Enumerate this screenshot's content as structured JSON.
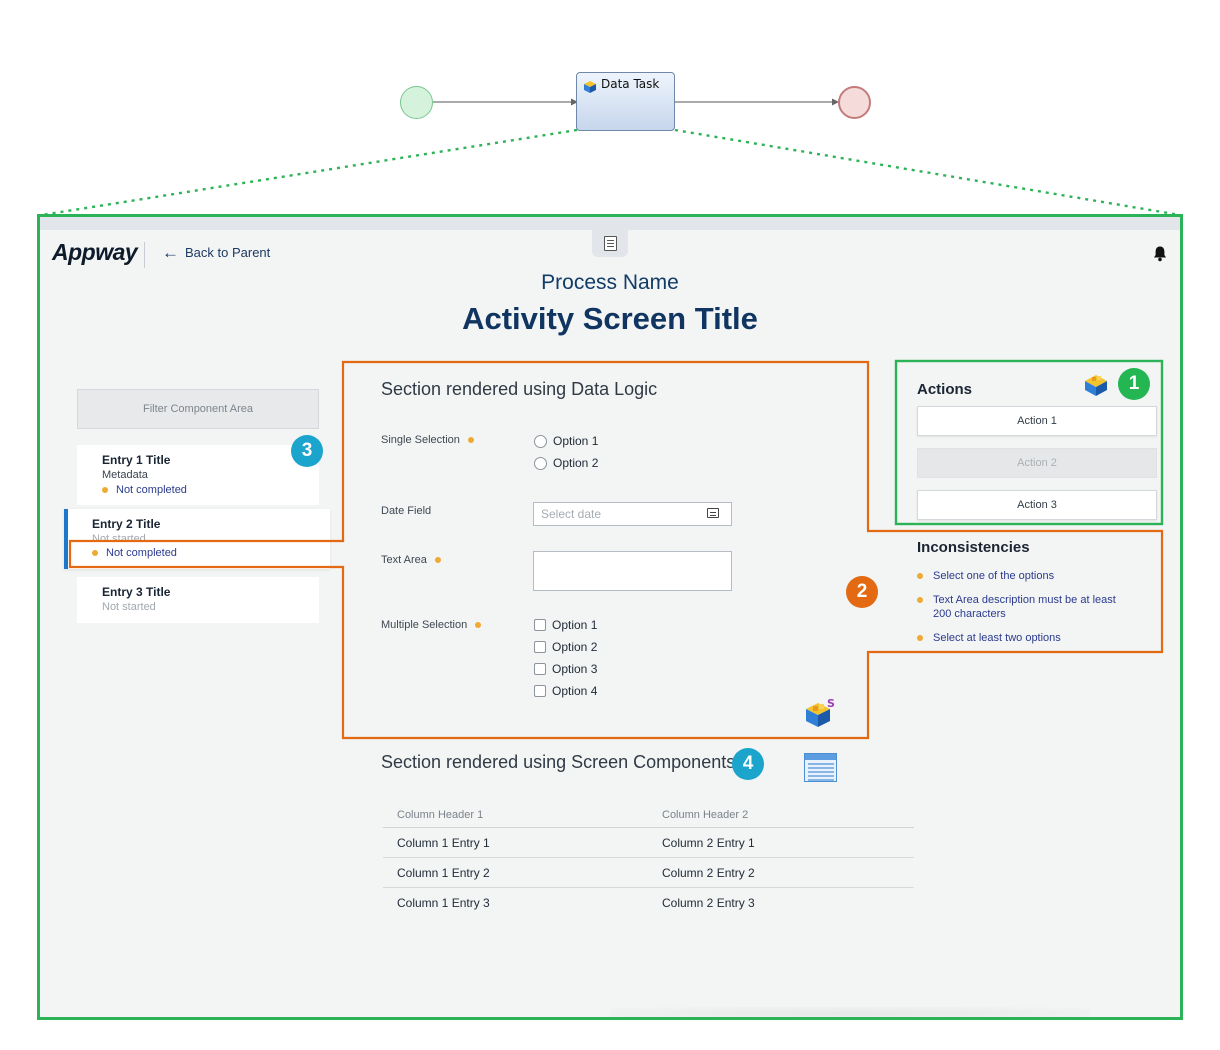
{
  "diagram": {
    "task_label": "Data Task"
  },
  "header": {
    "logo": "Appway",
    "back_label": "Back to Parent",
    "process_name": "Process Name",
    "screen_title": "Activity Screen Title"
  },
  "left_panel": {
    "filter_placeholder": "Filter Component Area",
    "entries": [
      {
        "title": "Entry 1 Title",
        "meta": "Metadata",
        "status": "Not completed"
      },
      {
        "title": "Entry 2 Title",
        "meta": "Not started",
        "status": "Not completed"
      },
      {
        "title": "Entry 3 Title",
        "meta": "Not started"
      }
    ]
  },
  "data_logic_section": {
    "title": "Section rendered using Data Logic",
    "single_selection": {
      "label": "Single Selection",
      "options": [
        "Option 1",
        "Option 2"
      ]
    },
    "date_field": {
      "label": "Date Field",
      "placeholder": "Select date"
    },
    "text_area": {
      "label": "Text Area",
      "value": ""
    },
    "multiple_selection": {
      "label": "Multiple Selection",
      "options": [
        "Option 1",
        "Option 2",
        "Option 3",
        "Option 4"
      ]
    }
  },
  "actions": {
    "title": "Actions",
    "buttons": [
      {
        "label": "Action 1",
        "disabled": false
      },
      {
        "label": "Action 2",
        "disabled": true
      },
      {
        "label": "Action 3",
        "disabled": false
      }
    ]
  },
  "inconsistencies": {
    "title": "Inconsistencies",
    "items": [
      "Select one of the options",
      "Text Area description must be at least 200 characters",
      "Select at least two options"
    ]
  },
  "screen_components_section": {
    "title": "Section rendered using Screen Components",
    "table": {
      "headers": [
        "Column Header 1",
        "Column Header 2"
      ],
      "rows": [
        [
          "Column 1 Entry 1",
          "Column 2 Entry 1"
        ],
        [
          "Column 1 Entry 2",
          "Column 2 Entry 2"
        ],
        [
          "Column 1 Entry 3",
          "Column 2 Entry 3"
        ]
      ]
    }
  },
  "callouts": [
    "1",
    "2",
    "3",
    "4"
  ],
  "colors": {
    "green_frame": "#2db357",
    "orange_outline": "#e36a12",
    "blue_badge": "#1ba4cc",
    "status_dot": "#eeaa33",
    "link_text": "#2b3b8f",
    "title_navy": "#0f3560"
  }
}
